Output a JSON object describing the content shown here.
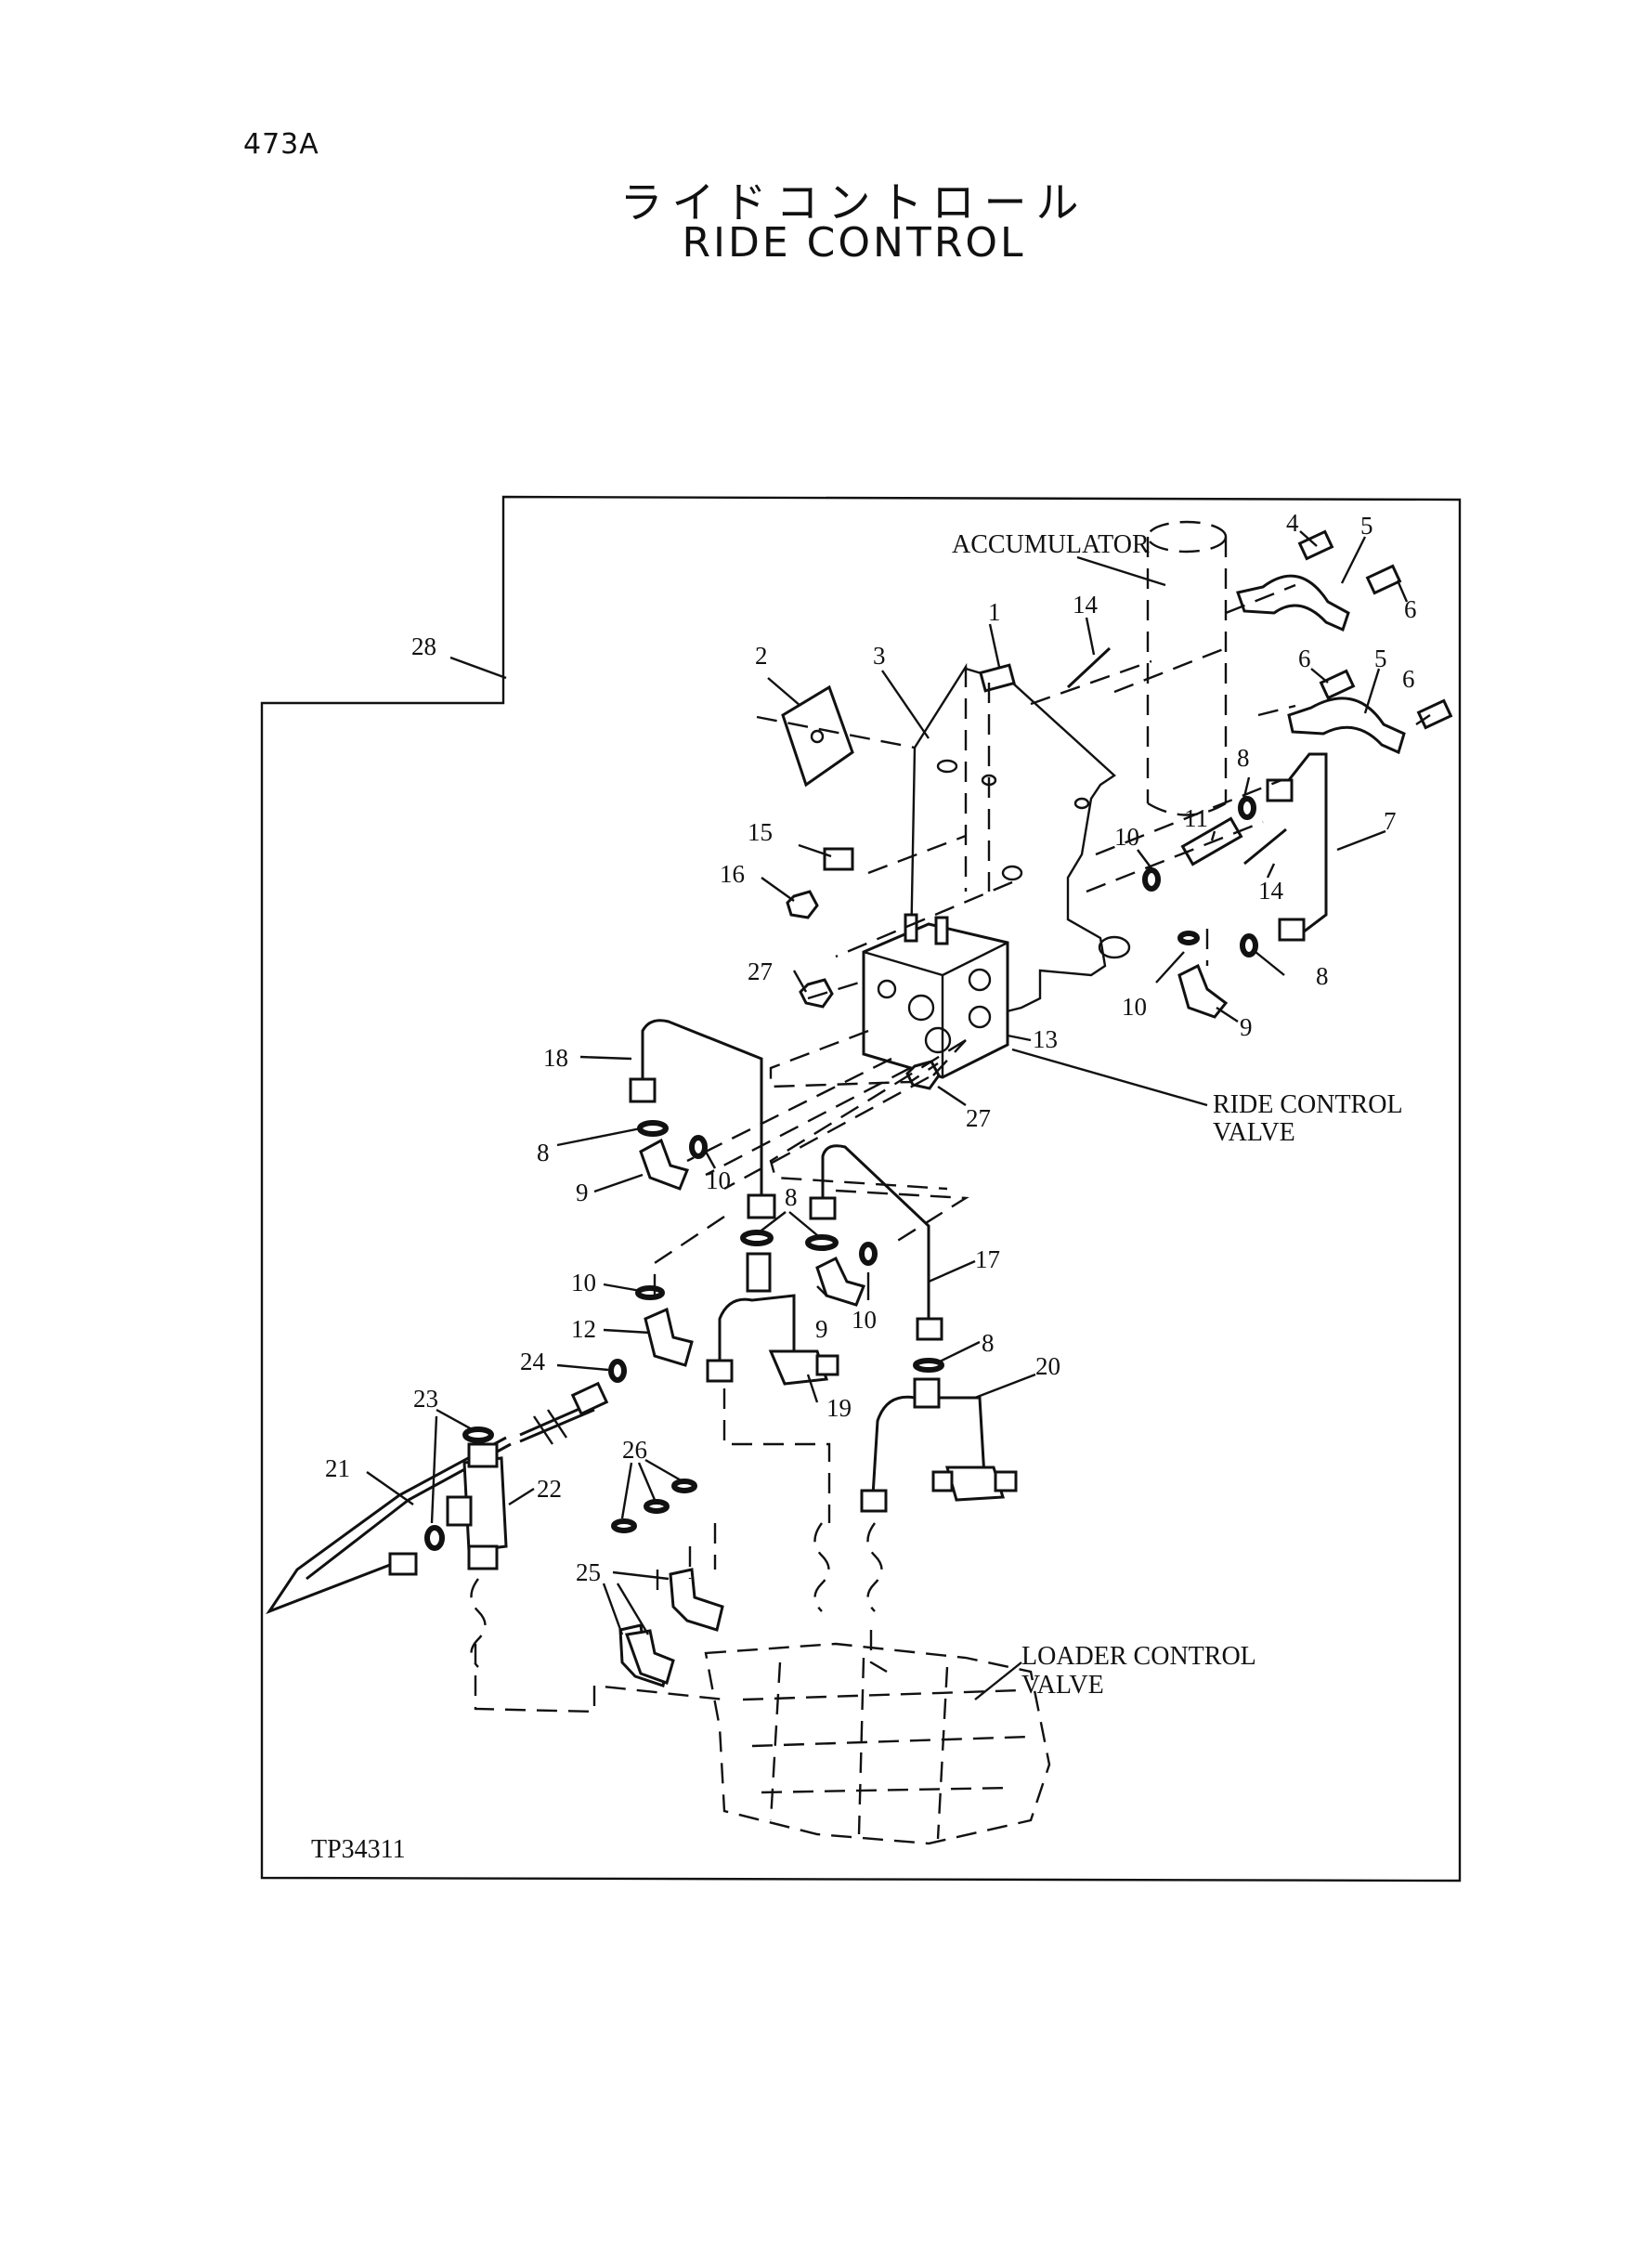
{
  "page_id": "473A",
  "title_japanese": "ライドコントロール",
  "title_english": "RIDE CONTROL",
  "drawing_number": "TP34311",
  "component_callouts": {
    "accumulator": "ACCUMULATOR",
    "ride_control_valve_line1": "RIDE CONTROL",
    "ride_control_valve_line2": "VALVE",
    "loader_control_valve_line1": "LOADER CONTROL",
    "loader_control_valve_line2": "VALVE"
  },
  "part_numbers": {
    "p1": "1",
    "p2": "2",
    "p3": "3",
    "p4": "4",
    "p5a": "5",
    "p5b": "5",
    "p6a": "6",
    "p6b": "6",
    "p6c": "6",
    "p7": "7",
    "p8a": "8",
    "p8b": "8",
    "p8c": "8",
    "p8d": "8",
    "p8e": "8",
    "p9a": "9",
    "p9b": "9",
    "p9c": "9",
    "p10a": "10",
    "p10b": "10",
    "p10c": "10",
    "p10d": "10",
    "p10e": "10",
    "p11": "11",
    "p12": "12",
    "p13": "13",
    "p14a": "14",
    "p14b": "14",
    "p15": "15",
    "p16": "16",
    "p17": "17",
    "p18": "18",
    "p19": "19",
    "p20": "20",
    "p21": "21",
    "p22": "22",
    "p23": "23",
    "p24": "24",
    "p25": "25",
    "p26": "26",
    "p27a": "27",
    "p27b": "27",
    "p28": "28"
  }
}
